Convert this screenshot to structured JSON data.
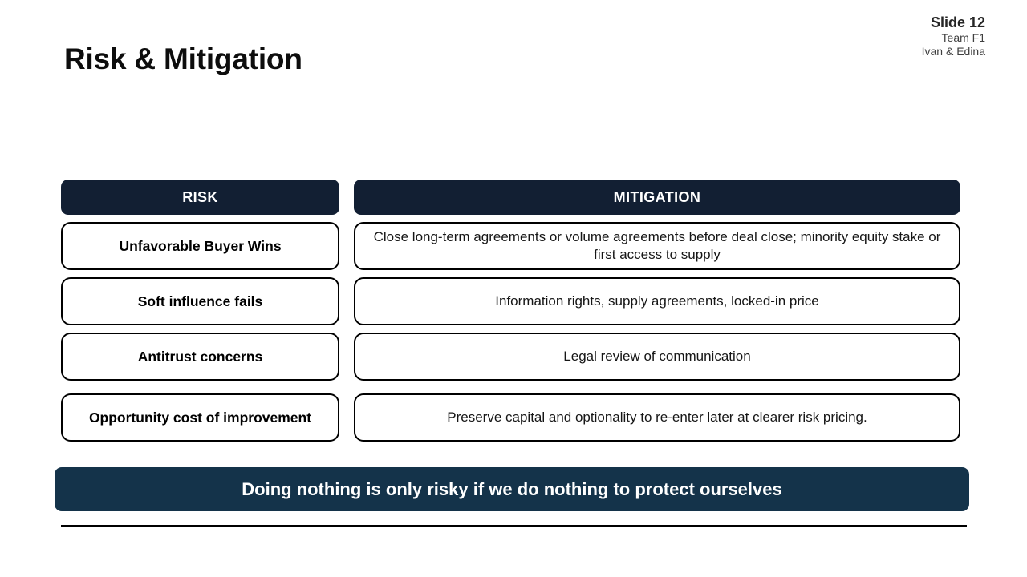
{
  "header": {
    "slide_number": "Slide 12",
    "team": "Team F1",
    "authors": "Ivan & Edina"
  },
  "title": "Risk & Mitigation",
  "colors": {
    "header_navy": "#121f33",
    "banner_navy": "#14334a",
    "cell_border": "#000000",
    "text": "#000000"
  },
  "table": {
    "columns": {
      "risk_header": "RISK",
      "mitigation_header": "MITIGATION"
    },
    "rows": [
      {
        "risk": "Unfavorable Buyer Wins",
        "mitigation": "Close long-term agreements or volume agreements before deal close; minority equity stake or first access to supply"
      },
      {
        "risk": "Soft influence fails",
        "mitigation": "Information rights, supply agreements, locked-in price"
      },
      {
        "risk": "Antitrust concerns",
        "mitigation": "Legal review of communication"
      },
      {
        "risk": "Opportunity cost of improvement",
        "mitigation": "Preserve capital and optionality to re-enter later at clearer risk pricing."
      }
    ]
  },
  "banner": {
    "text": "Doing nothing is only risky if we do nothing to protect ourselves"
  }
}
